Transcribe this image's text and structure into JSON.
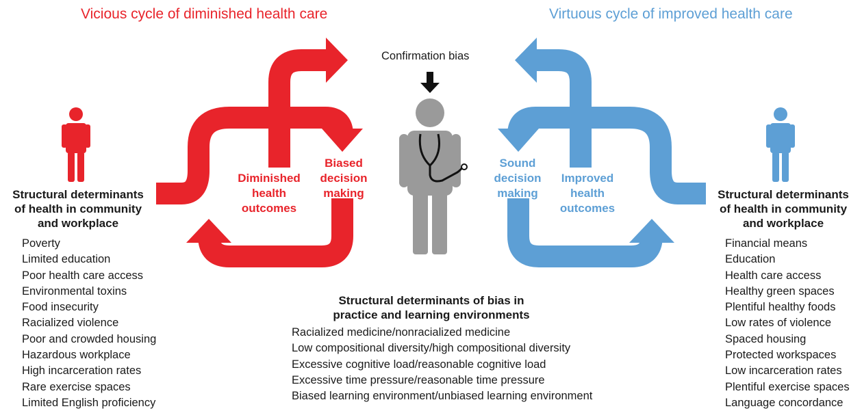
{
  "titles": {
    "vicious": "Vicious cycle of diminished health care",
    "virtuous": "Virtuous cycle of improved health care"
  },
  "center": {
    "confirmation_bias": "Confirmation bias",
    "bias_heading_line1": "Structural determinants of bias in",
    "bias_heading_line2": "practice and learning environments",
    "bias_items": [
      "Racialized medicine/nonracialized medicine",
      "Low compositional diversity/high compositional diversity",
      "Excessive cognitive load/reasonable cognitive load",
      "Excessive time pressure/reasonable time pressure",
      "Biased learning environment/unbiased learning environment"
    ]
  },
  "left": {
    "heading_line1": "Structural determinants",
    "heading_line2": "of health in community",
    "heading_line3": "and workplace",
    "items": [
      "Poverty",
      "Limited education",
      "Poor health care access",
      "Environmental toxins",
      "Food insecurity",
      "Racialized violence",
      "Poor and crowded housing",
      "Hazardous workplace",
      "High incarceration rates",
      "Rare exercise spaces",
      "Limited English proficiency"
    ],
    "outcomes_line1": "Diminished",
    "outcomes_line2": "health",
    "outcomes_line3": "outcomes",
    "decision_line1": "Biased",
    "decision_line2": "decision",
    "decision_line3": "making"
  },
  "right": {
    "heading_line1": "Structural determinants",
    "heading_line2": "of health in community",
    "heading_line3": "and workplace",
    "items": [
      "Financial means",
      "Education",
      "Health care access",
      "Healthy green spaces",
      "Plentiful healthy foods",
      "Low rates of violence",
      "Spaced housing",
      "Protected workspaces",
      "Low incarceration rates",
      "Plentiful exercise spaces",
      "Language concordance"
    ],
    "decision_line1": "Sound",
    "decision_line2": "decision",
    "decision_line3": "making",
    "outcomes_line1": "Improved",
    "outcomes_line2": "health",
    "outcomes_line3": "outcomes"
  },
  "colors": {
    "vicious": "#e8242b",
    "virtuous": "#5d9fd5",
    "doctor": "#9a9a9a",
    "person_left": "#e8242b",
    "person_right": "#5d9fd5"
  },
  "icons": {
    "left_person": "person-icon",
    "right_person": "person-icon",
    "doctor": "doctor-with-stethoscope-icon",
    "bias_arrow": "down-arrow-icon"
  }
}
